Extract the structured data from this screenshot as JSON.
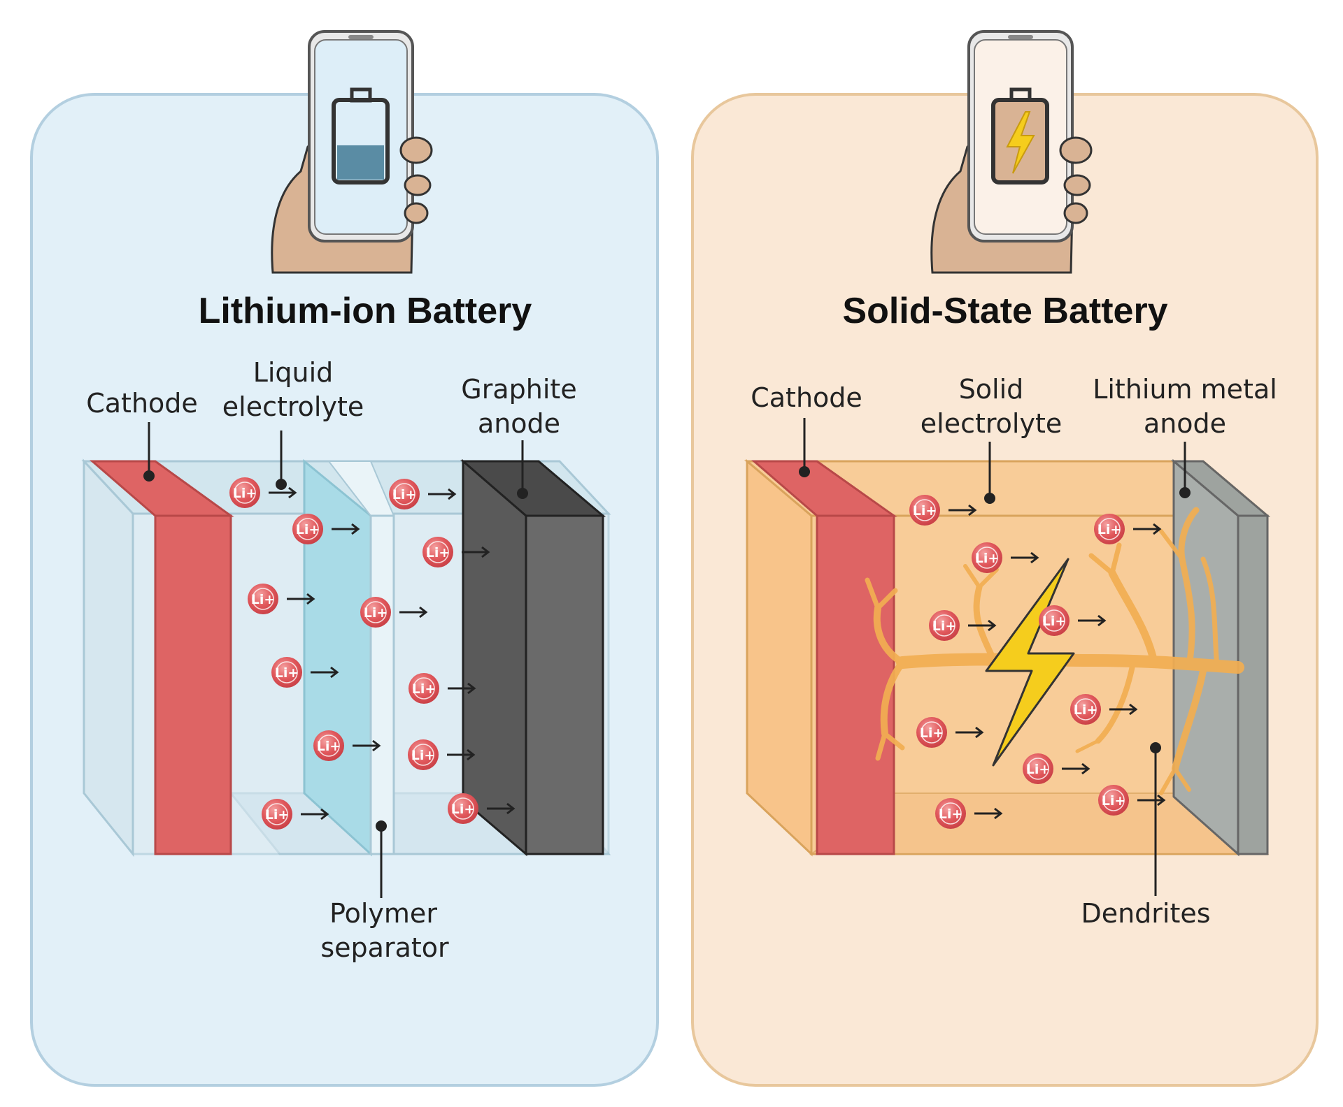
{
  "colors": {
    "liion_panel": "#e2f0f8",
    "liion_border": "#b3cfe0",
    "solid_panel": "#fae8d6",
    "solid_border": "#e8c79c",
    "cathode": "#de6464",
    "graphite": "#5a5a5a",
    "liquid_electrolyte": "#a9dbe7",
    "solid_electrolyte": "#f8cc98",
    "lithium_metal": "#a9aeab",
    "dendrite": "#f2ae52",
    "lightning": "#f5cd1d",
    "ion": "#e0575b",
    "skin": "#d9b394"
  },
  "icons": {
    "liion_phone": "phone-low-battery-icon",
    "solid_phone": "phone-charging-battery-icon",
    "lightning": "lightning-bolt-icon",
    "ion": "lithium-ion-icon"
  },
  "battery_level_liion": 0.45,
  "ion_label": "Li+",
  "liion": {
    "title": "Lithium-ion Battery",
    "labels": {
      "cathode": "Cathode",
      "electrolyte": [
        "Liquid",
        "electrolyte"
      ],
      "anode": [
        "Graphite",
        "anode"
      ],
      "separator": [
        "Polymer",
        "separator"
      ]
    }
  },
  "solid": {
    "title": "Solid-State Battery",
    "labels": {
      "cathode": "Cathode",
      "electrolyte": [
        "Solid",
        "electrolyte"
      ],
      "anode": [
        "Lithium metal",
        "anode"
      ],
      "dendrites": "Dendrites"
    }
  }
}
